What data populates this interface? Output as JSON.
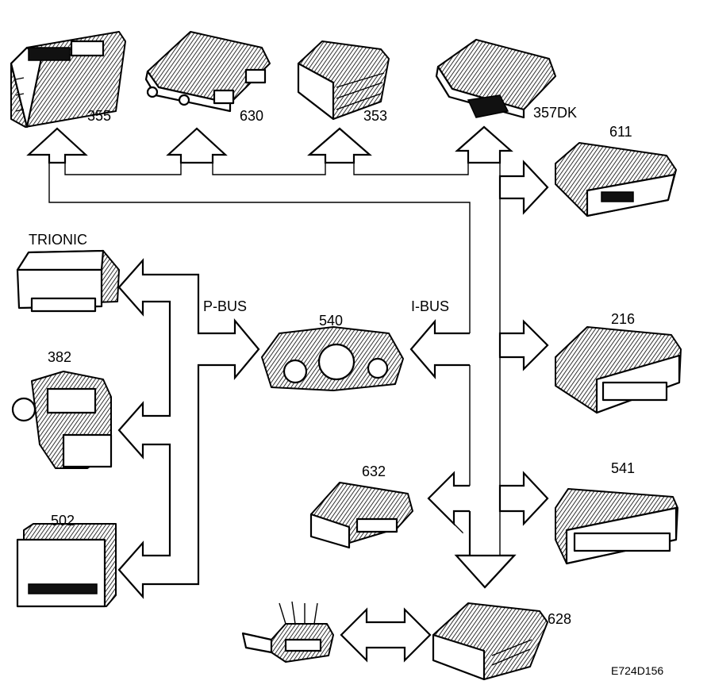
{
  "bus_labels": {
    "p_bus": "P-BUS",
    "i_bus": "I-BUS"
  },
  "modules": {
    "m355": "355",
    "m630": "630",
    "m353": "353",
    "m357dk": "357DK",
    "m611": "611",
    "trionic": "TRIONIC",
    "m382": "382",
    "m502": "502",
    "m540": "540",
    "m216": "216",
    "m632": "632",
    "m541": "541",
    "m628": "628"
  },
  "figure_ref": "E724D156",
  "colors": {
    "line": "#000000",
    "background": "#ffffff"
  }
}
